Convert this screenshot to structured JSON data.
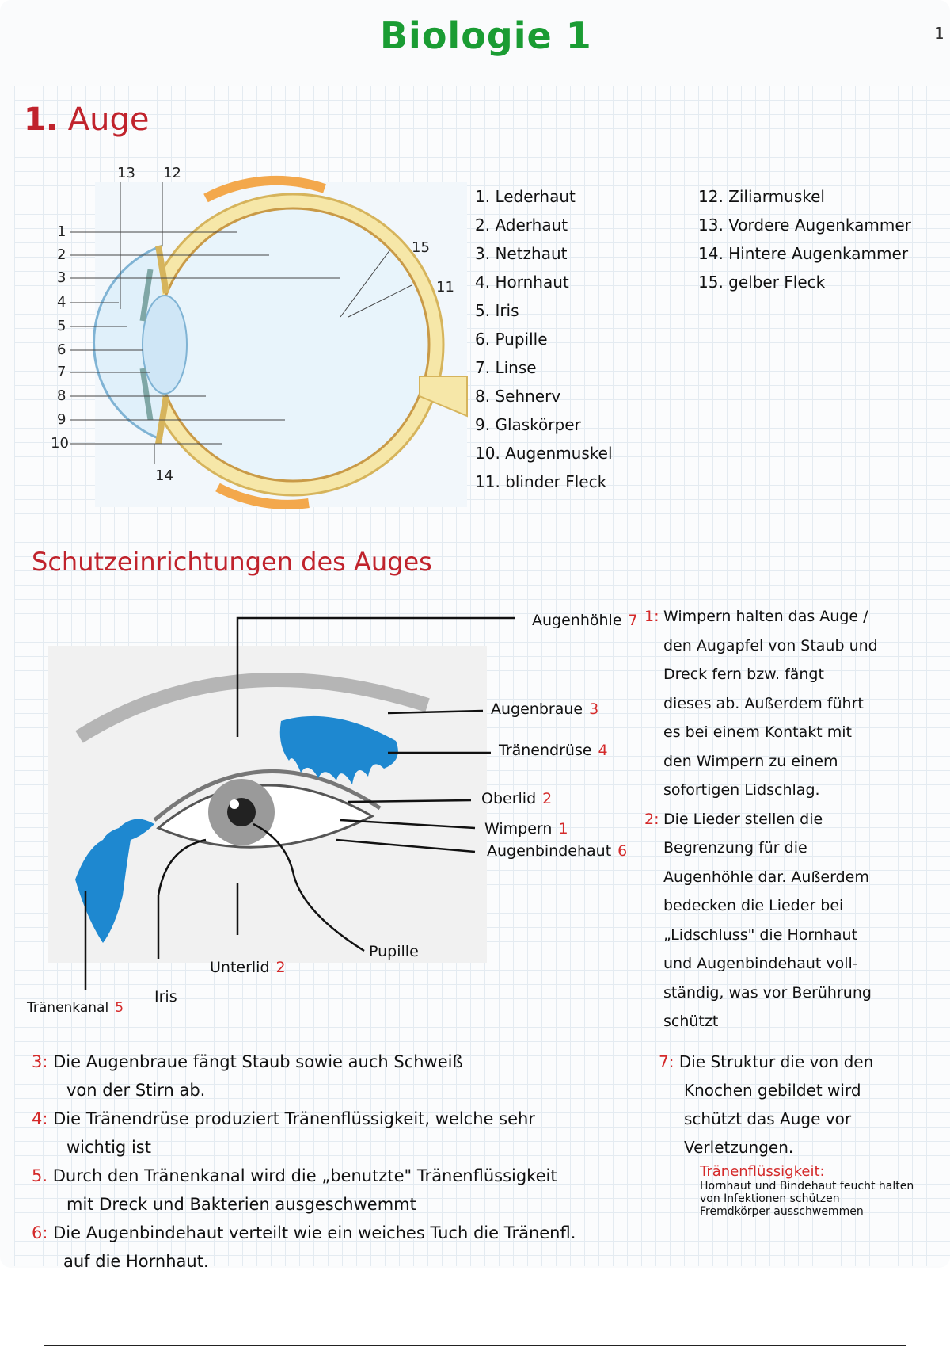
{
  "title": "Biologie 1",
  "page_number": "1",
  "section1": {
    "number": "1.",
    "title": "Auge"
  },
  "eye_diagram": {
    "left_numbers": [
      "1",
      "2",
      "3",
      "4",
      "5",
      "6",
      "7",
      "8",
      "9",
      "10"
    ],
    "top_numbers": [
      "13",
      "12"
    ],
    "right_numbers": [
      "15",
      "11"
    ],
    "bottom_number": "14"
  },
  "legend_col1": [
    "1. Lederhaut",
    "2. Aderhaut",
    "3. Netzhaut",
    "4. Hornhaut",
    "5. Iris",
    "6. Pupille",
    "7. Linse",
    "8. Sehnerv",
    "9. Glaskörper",
    "10. Augenmuskel",
    "11. blinder Fleck"
  ],
  "legend_col2": [
    "12. Ziliarmuskel",
    "13. Vordere Augenkammer",
    "14. Hintere Augenkammer",
    "15. gelber Fleck"
  ],
  "section2_title": "Schutzeinrichtungen des Auges",
  "callouts": {
    "augenhoehle": {
      "label": "Augenhöhle",
      "num": "7"
    },
    "augenbraue": {
      "label": "Augenbraue",
      "num": "3"
    },
    "traenendruese": {
      "label": "Tränendrüse",
      "num": "4"
    },
    "oberlid": {
      "label": "Oberlid",
      "num": "2"
    },
    "wimpern": {
      "label": "Wimpern",
      "num": "1"
    },
    "augenbindehaut": {
      "label": "Augenbindehaut",
      "num": "6"
    },
    "pupille": {
      "label": "Pupille",
      "num": ""
    },
    "unterlid": {
      "label": "Unterlid",
      "num": "2"
    },
    "iris": {
      "label": "Iris",
      "num": ""
    },
    "traenenkanal": {
      "label": "Tränenkanal",
      "num": "5"
    }
  },
  "right_notes": {
    "n1_marker": "1:",
    "n1": [
      "Wimpern halten das Auge /",
      "den Augapfel von Staub und",
      "Dreck fern bzw. fängt",
      "dieses ab. Außerdem führt",
      "es bei einem Kontakt mit",
      "den Wimpern zu einem",
      "sofortigen Lidschlag."
    ],
    "n2_marker": "2:",
    "n2": [
      "Die Lieder stellen die",
      "Begrenzung für die",
      "Augenhöhle dar. Außerdem",
      "bedecken die Lieder bei",
      "„Lidschluss\" die Hornhaut",
      "und Augenbindehaut voll-",
      "ständig, was vor Berührung",
      "schützt"
    ]
  },
  "bottom_notes": {
    "n3_marker": "3:",
    "n3": [
      "Die Augenbraue fängt Staub sowie auch Schweiß",
      "von der Stirn ab."
    ],
    "n4_marker": "4:",
    "n4": [
      "Die Tränendrüse produziert Tränenflüssigkeit, welche sehr",
      "wichtig ist"
    ],
    "n5_marker": "5.",
    "n5": [
      "Durch den Tränenkanal wird die „benutzte\" Tränenflüssigkeit",
      "mit Dreck und Bakterien ausgeschwemmt"
    ],
    "n6_marker": "6:",
    "n6": [
      "Die Augenbindehaut verteilt wie ein weiches Tuch die Tränenfl.",
      "auf die Hornhaut."
    ],
    "n7_marker": "7:",
    "n7": [
      "Die Struktur die von den",
      "Knochen gebildet wird",
      "schützt das Auge vor",
      "Verletzungen."
    ],
    "traenen_head": "Tränenflüssigkeit:",
    "traenen_lines": [
      "Hornhaut und Bindehaut feucht halten",
      "von Infektionen schützen",
      "Fremdkörper ausschwemmen"
    ]
  },
  "colors": {
    "title_green": "#1a9c33",
    "heading_red": "#c0232c",
    "accent_blue": "#1e88d0"
  }
}
